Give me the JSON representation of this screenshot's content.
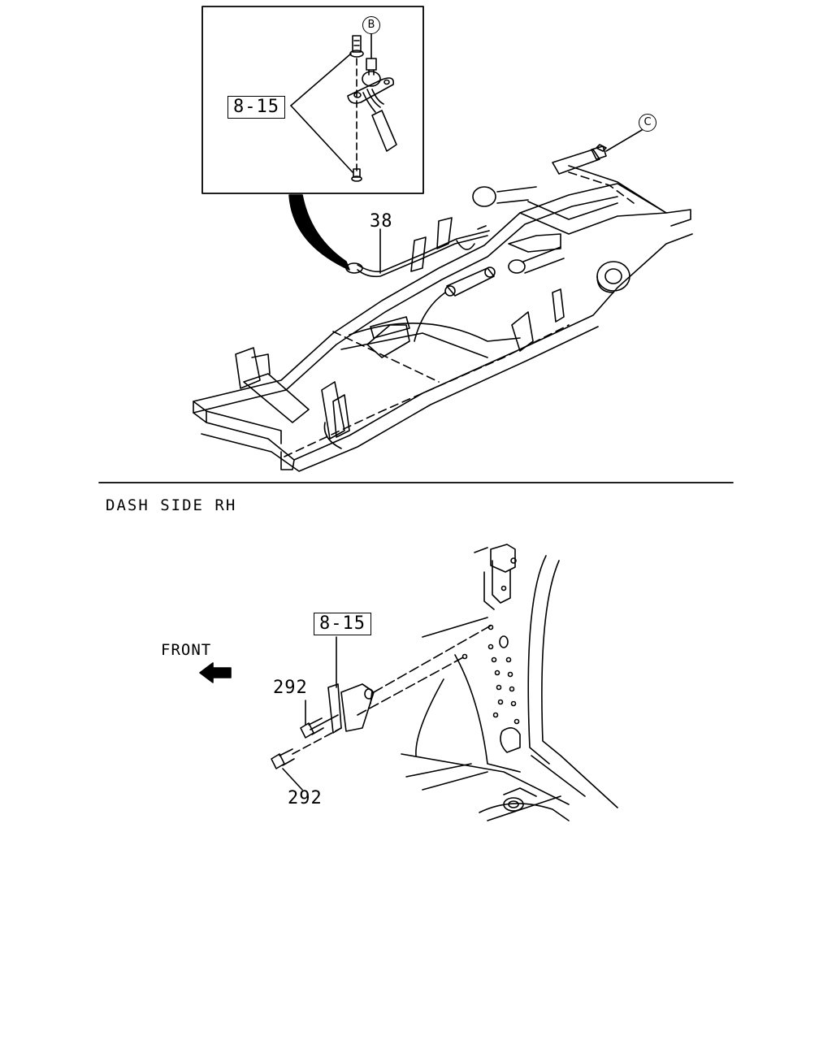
{
  "callouts": {
    "inset_ref": "B",
    "frame_ref": "C",
    "part_38": "38",
    "ref_8_15_top": "8-15",
    "ref_8_15_bottom": "8-15",
    "part_292_a": "292",
    "part_292_b": "292"
  },
  "section_title": "DASH SIDE RH",
  "direction_label": "FRONT"
}
